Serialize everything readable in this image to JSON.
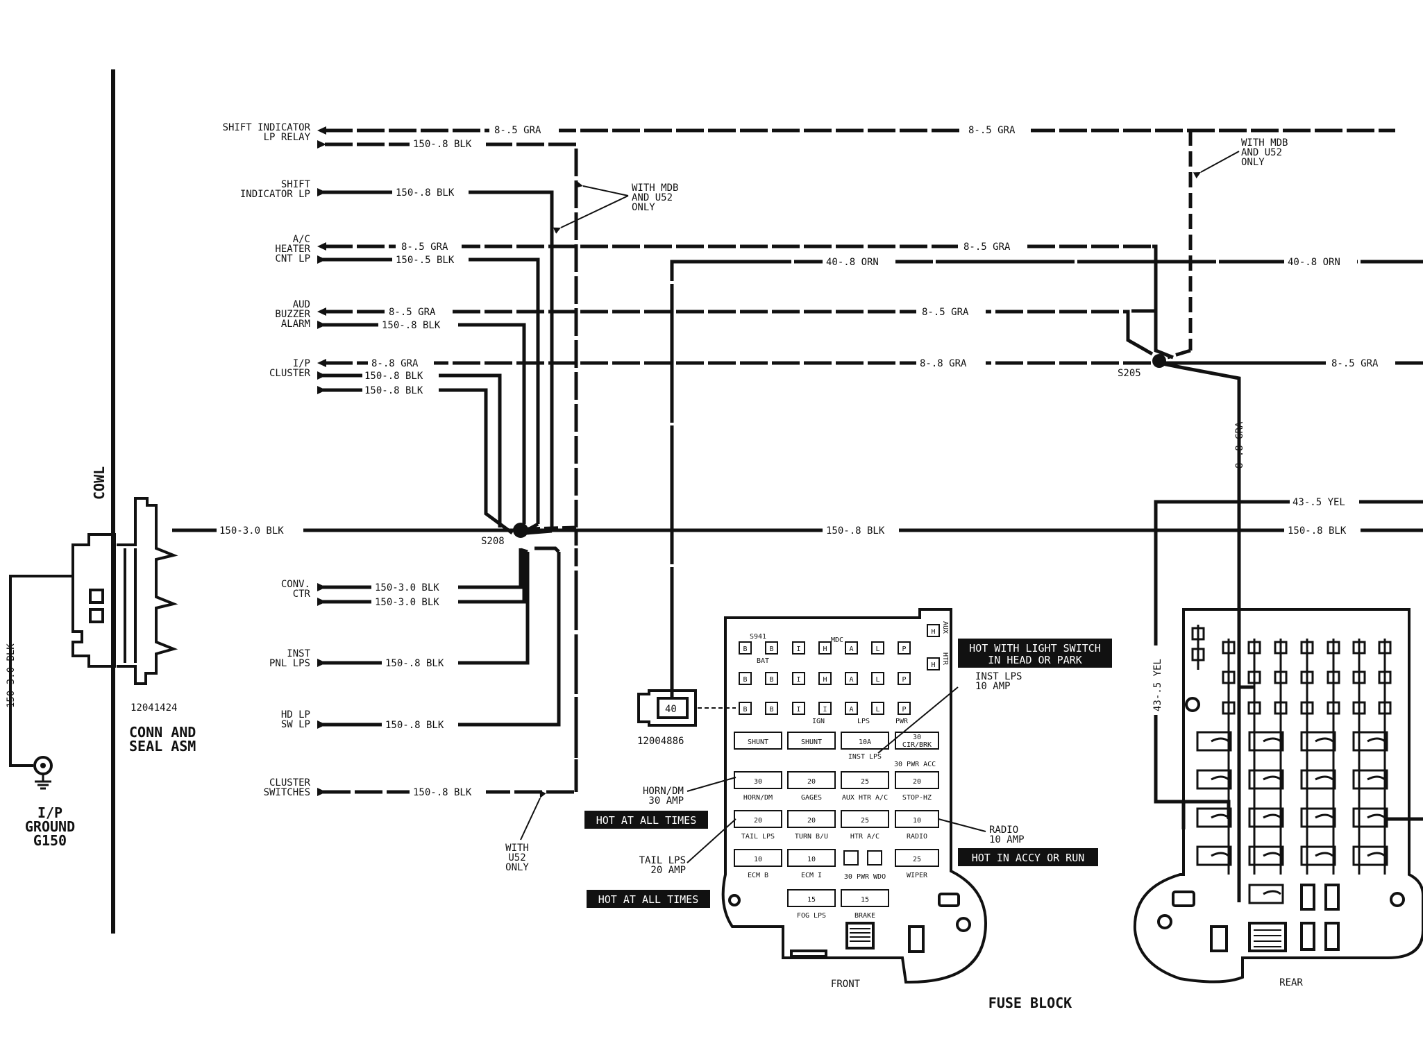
{
  "cowl": {
    "label": "COWL"
  },
  "ground": {
    "wire": "150-3.0 BLK",
    "label": [
      "I/P",
      "GROUND",
      "G150"
    ]
  },
  "conn_seal": {
    "part_number": "12041424",
    "label": [
      "CONN AND",
      "SEAL ASM"
    ]
  },
  "components": [
    {
      "label": [
        "SHIFT INDICATOR",
        "LP RELAY"
      ]
    },
    {
      "label": [
        "SHIFT",
        "INDICATOR LP"
      ]
    },
    {
      "label": [
        "A/C",
        "HEATER",
        "CNT LP"
      ]
    },
    {
      "label": [
        "AUD",
        "BUZZER",
        "ALARM"
      ]
    },
    {
      "label": [
        "I/P",
        "CLUSTER"
      ]
    },
    {
      "label": [
        "CONV.",
        "CTR"
      ]
    },
    {
      "label": [
        "INST",
        "PNL LPS"
      ]
    },
    {
      "label": [
        "HD LP",
        "SW LP"
      ]
    },
    {
      "label": [
        "CLUSTER",
        "SWITCHES"
      ]
    }
  ],
  "wires": {
    "gra_top_left": "8-.5 GRA",
    "gra_top_right": "8-.5 GRA",
    "blk_relay": "150-.8 BLK",
    "blk_shift": "150-.8 BLK",
    "gra_ac": "8-.5 GRA",
    "blk_ac": "150-.5 BLK",
    "gra_ac_right": "8-.5 GRA",
    "orn_center": "40-.8 ORN",
    "orn_right": "40-.8 ORN",
    "gra_aud": "8-.5 GRA",
    "blk_aud": "150-.8 BLK",
    "gra_aud_right": "8-.5 GRA",
    "gra_ip": "8-.8 GRA",
    "blk_ip1": "150-.8 BLK",
    "blk_ip2": "150-.8 BLK",
    "gra_ip_right": "8-.8 GRA",
    "gra_far_right": "8-.5 GRA",
    "gra_vertical": "8-.8 GRA",
    "blk_main_left": "150-3.0 BLK",
    "blk_main_center": "150-.8 BLK",
    "blk_main_right": "150-.8 BLK",
    "yel_top": "43-.5 YEL",
    "yel_vertical": "43-.5 YEL",
    "blk_conv1": "150-3.0 BLK",
    "blk_conv2": "150-3.0 BLK",
    "blk_inst": "150-.8 BLK",
    "blk_hd": "150-.8 BLK",
    "blk_cluster": "150-.8 BLK"
  },
  "splices": {
    "s208": "S208",
    "s205": "S205"
  },
  "notes": {
    "mdb_left": [
      "WITH MDB",
      "AND U52",
      "ONLY"
    ],
    "mdb_right": [
      "WITH MDB",
      "AND U52",
      "ONLY"
    ],
    "u52": [
      "WITH",
      "U52",
      "ONLY"
    ]
  },
  "connector": {
    "cavity": "40",
    "part_number": "12004886"
  },
  "fuse_block": {
    "title": "FUSE BLOCK",
    "front_label": "FRONT",
    "rear_label": "REAR",
    "hot_light": [
      "HOT WITH LIGHT SWITCH",
      "IN HEAD OR PARK"
    ],
    "hot_all_1": "HOT AT ALL TIMES",
    "hot_all_2": "HOT AT ALL TIMES",
    "hot_accy": "HOT IN ACCY OR RUN",
    "callout_inst": [
      "INST LPS",
      "10 AMP"
    ],
    "callout_horn": [
      "HORN/DM",
      "30 AMP"
    ],
    "callout_tail": [
      "TAIL LPS",
      "20 AMP"
    ],
    "callout_radio": [
      "RADIO",
      "10 AMP"
    ],
    "top_text": {
      "s941": "S941",
      "bat": "BAT",
      "mdc": "MDC",
      "ign": "IGN",
      "lps": "LPS",
      "pwr": "PWR",
      "aux": "AUX",
      "htr": "HTR"
    },
    "row_top_letters": [
      "B",
      "B",
      "I",
      "H",
      "A",
      "L",
      "P"
    ],
    "row2_letters": [
      "B",
      "B",
      "I",
      "H",
      "A",
      "L",
      "P"
    ],
    "row3_letters": [
      "B",
      "B",
      "I",
      "I",
      "A",
      "L",
      "P"
    ],
    "right_letters": [
      "H",
      "H"
    ],
    "rows": [
      [
        {
          "v": "SHUNT"
        },
        {
          "v": "SHUNT"
        },
        {
          "v": "10A",
          "n": "INST LPS"
        },
        {
          "v": "30",
          "n": "CIR/BRK"
        }
      ],
      [
        {
          "v": "30",
          "n": "HORN/DM"
        },
        {
          "v": "20",
          "n": "GAGES"
        },
        {
          "v": "25",
          "n": "AUX HTR A/C"
        },
        {
          "v": "20",
          "n": "STOP-HZ"
        }
      ],
      [
        {
          "v": "20",
          "n": "TAIL LPS"
        },
        {
          "v": "20",
          "n": "TURN B/U"
        },
        {
          "v": "25",
          "n": "HTR A/C"
        },
        {
          "v": "10",
          "n": "RADIO"
        }
      ],
      [
        {
          "v": "10",
          "n": "ECM B"
        },
        {
          "v": "10",
          "n": "ECM I"
        },
        {
          "v": "",
          "n": "30 PWR WDO"
        },
        {
          "v": "25",
          "n": "WIPER"
        }
      ],
      [
        {
          "v": "15",
          "n": "FOG LPS"
        },
        {
          "v": "15",
          "n": "BRAKE"
        }
      ]
    ],
    "pwr_acc": "30 PWR ACC"
  }
}
